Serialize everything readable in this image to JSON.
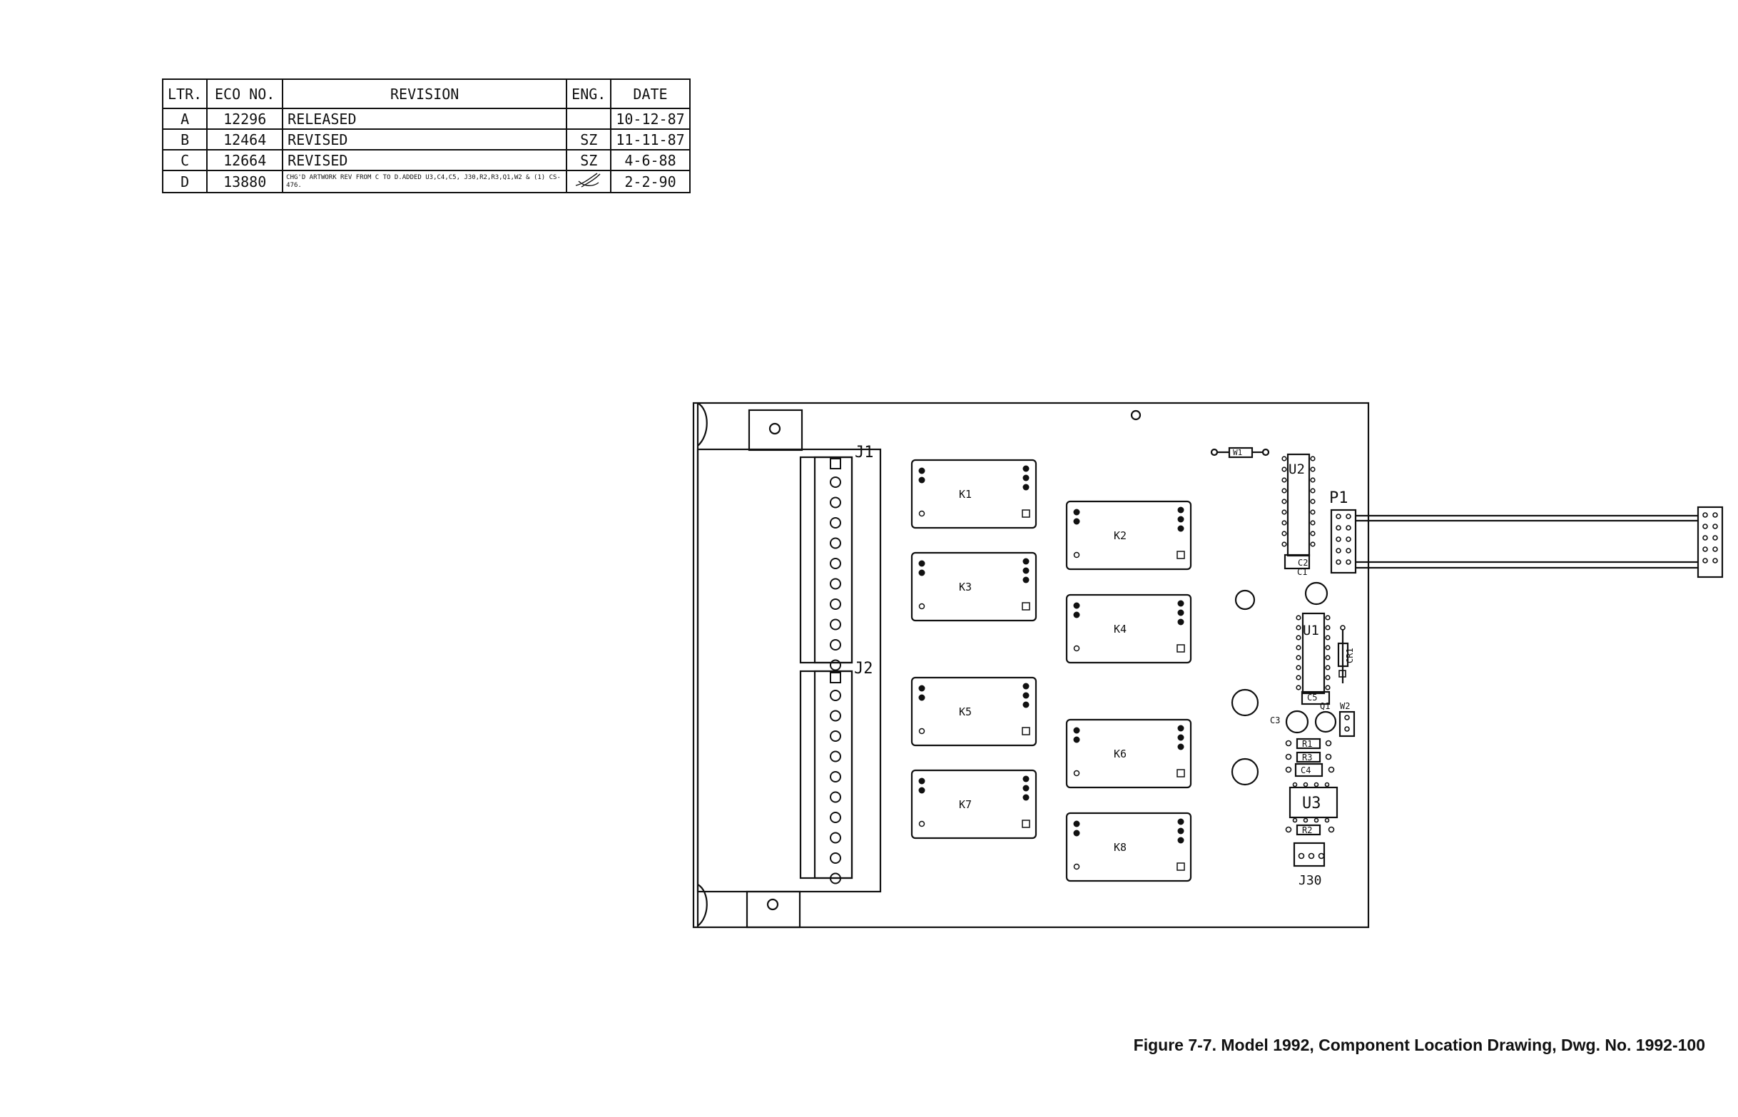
{
  "revision_table": {
    "headers": [
      "LTR.",
      "ECO NO.",
      "REVISION",
      "ENG.",
      "DATE"
    ],
    "rows": [
      {
        "ltr": "A",
        "eco": "12296",
        "revision": "RELEASED",
        "eng": "",
        "date": "10-12-87"
      },
      {
        "ltr": "B",
        "eco": "12464",
        "revision": "REVISED",
        "eng": "SZ",
        "date": "11-11-87"
      },
      {
        "ltr": "C",
        "eco": "12664",
        "revision": "REVISED",
        "eng": "SZ",
        "date": "4-6-88"
      },
      {
        "ltr": "D",
        "eco": "13880",
        "revision": "CHG'D ARTWORK REV FROM C TO D.ADDED U3,C4,C5, J30,R2,R3,Q1,W2 & (1) CS-476.",
        "eng": "",
        "date": "2-2-90"
      }
    ]
  },
  "board": {
    "relays": [
      "K1",
      "K2",
      "K3",
      "K4",
      "K5",
      "K6",
      "K7",
      "K8"
    ],
    "connectors": {
      "j1": "J1",
      "j2": "J2",
      "p1": "P1",
      "j30": "J30"
    },
    "ics": {
      "u1": "U1",
      "u2": "U2",
      "u3": "U3"
    },
    "caps": {
      "c1": "C1",
      "c2": "C2",
      "c3": "C3",
      "c4": "C4",
      "c5": "C5"
    },
    "resistors": {
      "r1": "R1",
      "r2": "R2",
      "r3": "R3"
    },
    "diode": "CR1",
    "transistor": "Q1",
    "jumpers": {
      "w1": "W1",
      "w2": "W2"
    }
  },
  "caption": "Figure 7-7. Model 1992, Component Location Drawing, Dwg. No. 1992-100"
}
